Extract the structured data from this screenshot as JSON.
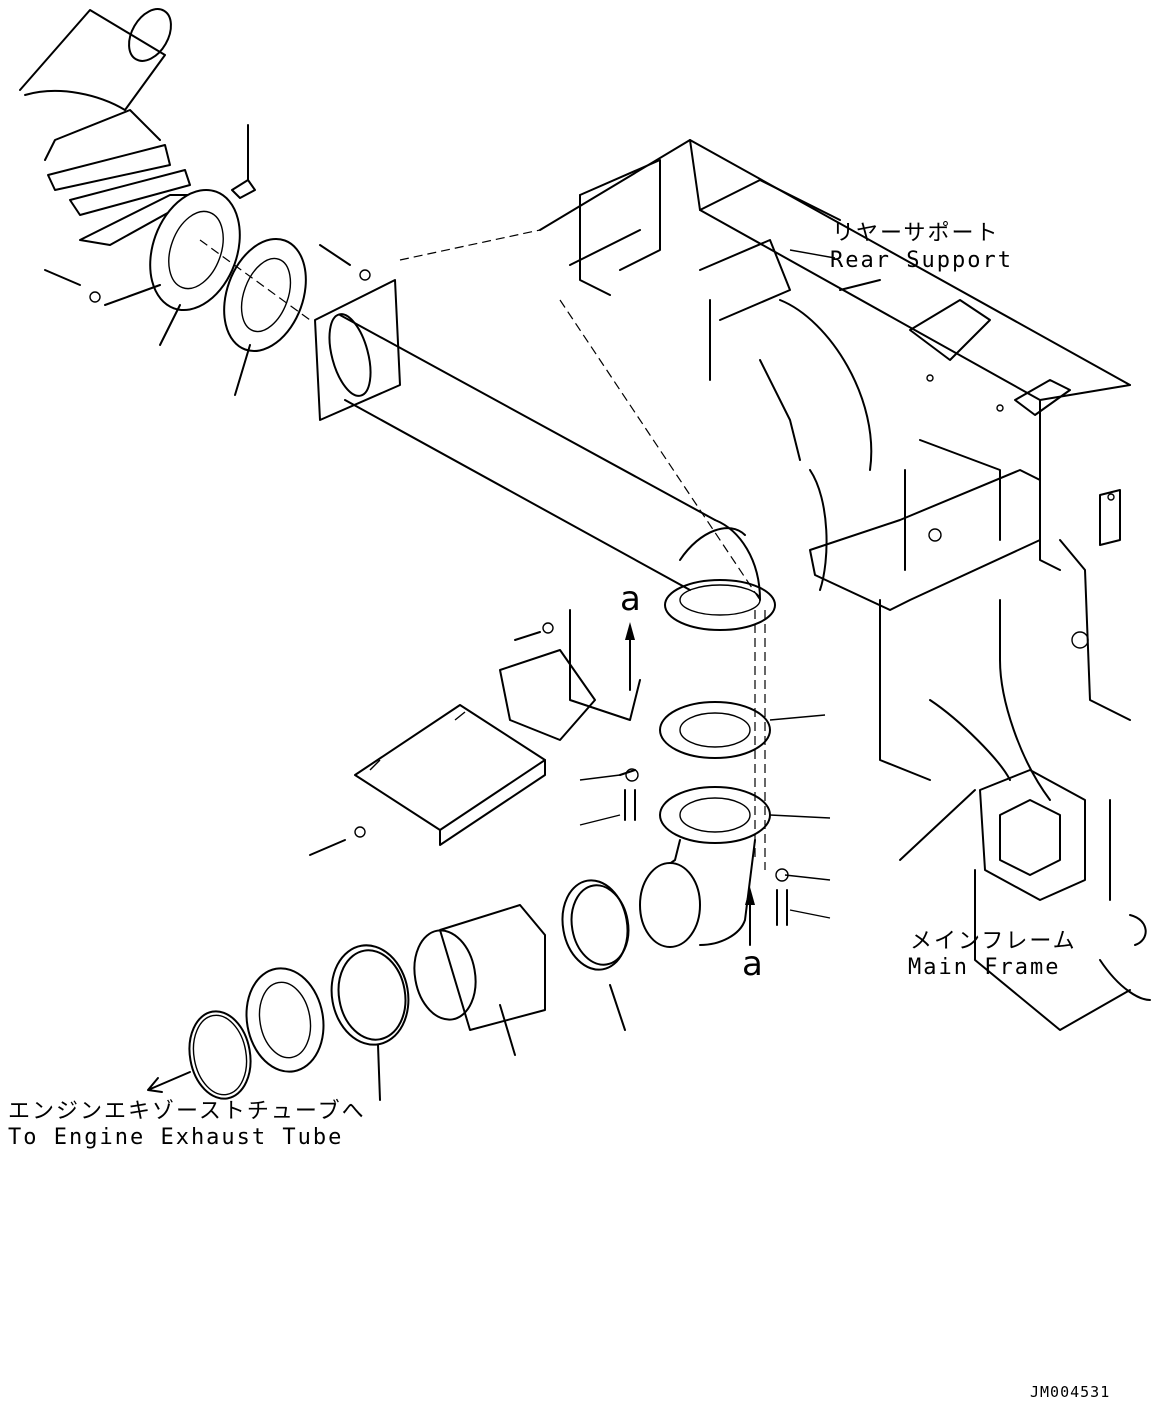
{
  "labels": {
    "rear_support_jp": "リヤーサポート",
    "rear_support_en": "Rear Support",
    "main_frame_jp": "メインフレーム",
    "main_frame_en": "Main Frame",
    "engine_tube_jp": "エンジンエキゾーストチューブへ",
    "engine_tube_en": "To Engine Exhaust Tube",
    "marker_top": "a",
    "marker_bottom": "a",
    "drawing_number": "JM004531"
  }
}
